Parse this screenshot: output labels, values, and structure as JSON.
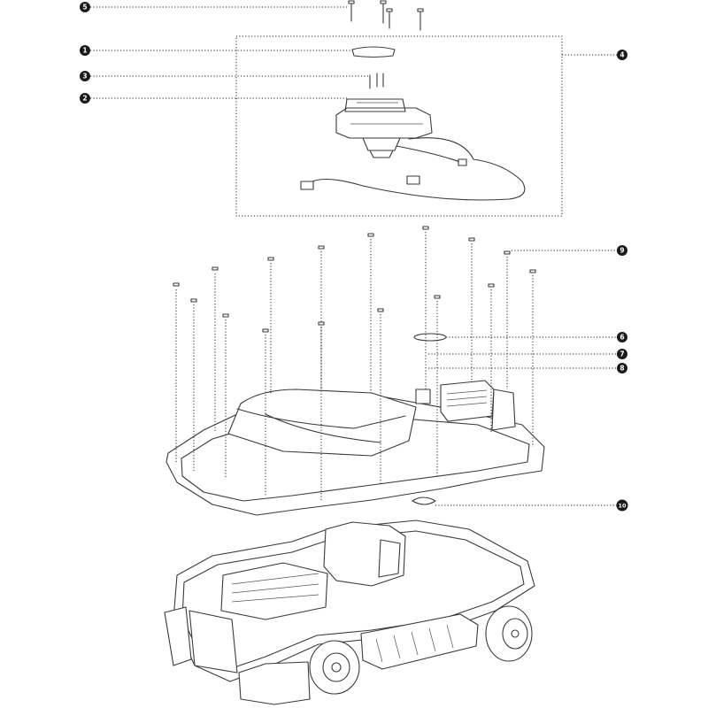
{
  "callouts": [
    {
      "id": "5",
      "label": "5"
    },
    {
      "id": "1",
      "label": "1"
    },
    {
      "id": "3",
      "label": "3"
    },
    {
      "id": "2",
      "label": "2"
    },
    {
      "id": "4",
      "label": "4"
    },
    {
      "id": "9",
      "label": "9"
    },
    {
      "id": "6",
      "label": "6"
    },
    {
      "id": "7",
      "label": "7"
    },
    {
      "id": "8",
      "label": "8"
    },
    {
      "id": "10",
      "label": "10"
    }
  ],
  "colors": {
    "line": "#3a3a3a",
    "callout": "#1a1a1a",
    "background": "#ffffff"
  }
}
